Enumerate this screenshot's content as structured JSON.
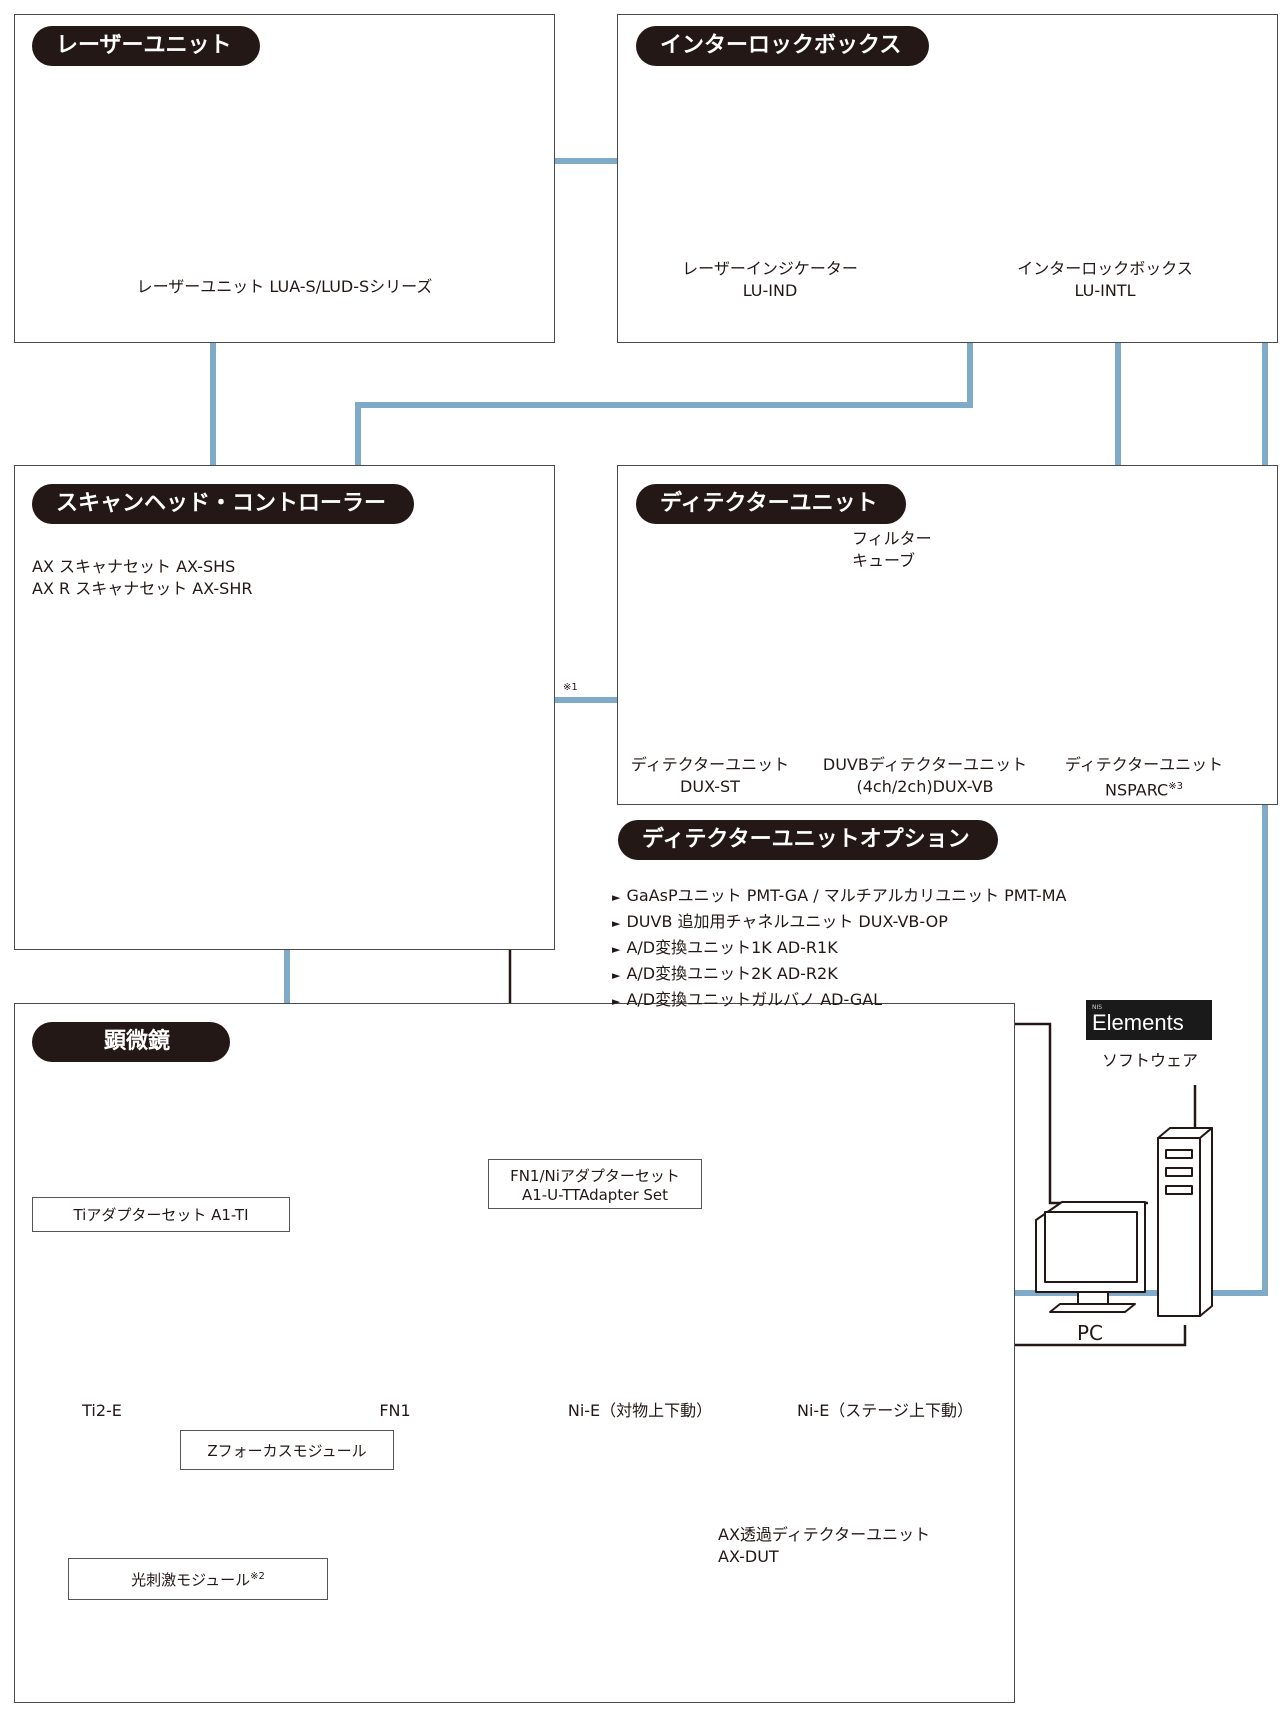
{
  "sections": {
    "laser": {
      "title": "レーザーユニット",
      "caption": "レーザーユニット LUA-S/LUD-Sシリーズ"
    },
    "interlock": {
      "title": "インターロックボックス",
      "indicator_line1": "レーザーインジケーター",
      "indicator_line2": "LU-IND",
      "box_line1": "インターロックボックス",
      "box_line2": "LU-INTL"
    },
    "scan": {
      "title": "スキャンヘッド・コントローラー",
      "line1": "AX スキャナセット AX-SHS",
      "line2": "AX R スキャナセット AX-SHR"
    },
    "detector": {
      "title": "ディテクターユニット",
      "filter_line1": "フィルター",
      "filter_line2": "キューブ",
      "st_line1": "ディテクターユニット",
      "st_line2": "DUX-ST",
      "vb_line1": "DUVBディテクターユニット",
      "vb_line2": "(4ch/2ch)DUX-VB",
      "ns_line1": "ディテクターユニット",
      "ns_line2": "NSPARC",
      "ns_sup": "※3"
    },
    "options": {
      "title": "ディテクターユニットオプション",
      "items": [
        "GaAsPユニット PMT-GA / マルチアルカリユニット PMT-MA",
        "DUVB 追加用チャネルユニット DUX-VB-OP",
        "A/D変換ユニット1K AD-R1K",
        "A/D変換ユニット2K AD-R2K",
        "A/D変換ユニットガルバノ AD-GAL"
      ]
    },
    "microscope": {
      "title": "顕微鏡",
      "fn1_adapter_line1": "FN1/Niアダプターセット",
      "fn1_adapter_line2": "A1-U-TTAdapter Set",
      "ti_adapter": "Tiアダプターセット A1-TI",
      "ti2e": "Ti2-E",
      "fn1": "FN1",
      "ni_obj": "Ni-E（対物上下動）",
      "ni_stage": "Ni-E（ステージ上下動）",
      "zfocus": "Zフォーカスモジュール",
      "photo": "光刺激モジュール",
      "photo_sup": "※2",
      "dut_line1": "AX透過ディテクターユニット",
      "dut_line2": "AX-DUT"
    },
    "software": {
      "logo_small": "NIS",
      "logo_big": "Elements",
      "label": "ソフトウェア"
    },
    "pc": {
      "label": "PC"
    },
    "note1": "※1"
  },
  "colors": {
    "connector_blue": "#7fabc8",
    "pill_bg": "#231815",
    "line_dark": "#231815"
  }
}
